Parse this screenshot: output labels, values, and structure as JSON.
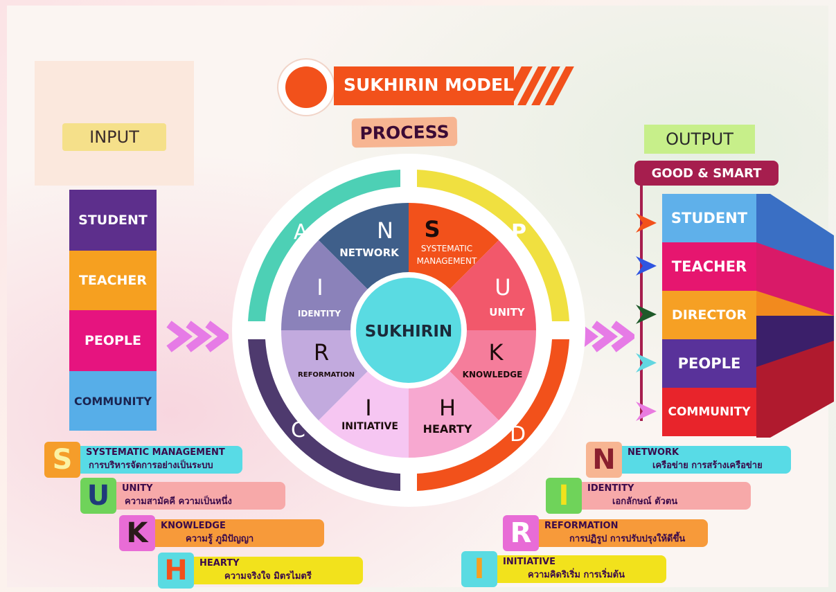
{
  "title": "SUKHIRIN MODEL",
  "process_label": "PROCESS",
  "input_label": "INPUT",
  "output_label": "OUTPUT",
  "output_sub": "GOOD & SMART",
  "center": "SUKHIRIN",
  "input_items": [
    "STUDENT",
    "TEACHER",
    "PEOPLE",
    "COMMUNITY"
  ],
  "output_items": [
    "STUDENT",
    "TEACHER",
    "DIRECTOR",
    "PEOPLE",
    "COMMUNITY"
  ],
  "outer_letters": {
    "a": "A",
    "p": "P",
    "c": "C",
    "d": "D"
  },
  "segments": {
    "n": {
      "letter": "N",
      "word": "NETWORK"
    },
    "s": {
      "letter": "S",
      "word": "SYSTEMATIC MANAGEMENT"
    },
    "u": {
      "letter": "U",
      "word": "UNITY"
    },
    "k": {
      "letter": "K",
      "word": "KNOWLEDGE"
    },
    "h": {
      "letter": "H",
      "word": "HEARTY"
    },
    "i2": {
      "letter": "I",
      "word": "INITIATIVE"
    },
    "r": {
      "letter": "R",
      "word": "REFORMATION"
    },
    "i1": {
      "letter": "I",
      "word": "IDENTITY"
    }
  },
  "legend_left": [
    {
      "letter": "S",
      "en": "SYSTEMATIC MANAGEMENT",
      "th": "การบริหารจัดการอย่างเป็นระบบ"
    },
    {
      "letter": "U",
      "en": "UNITY",
      "th": "ความสามัคคี ความเป็นหนึ่ง"
    },
    {
      "letter": "K",
      "en": "KNOWLEDGE",
      "th": "ความรู้ ภูมิปัญญา"
    },
    {
      "letter": "H",
      "en": "HEARTY",
      "th": "ความจริงใจ มิตรไมตรี"
    }
  ],
  "legend_right": [
    {
      "letter": "N",
      "en": "NETWORK",
      "th": "เครือข่าย การสร้างเครือข่าย"
    },
    {
      "letter": "I",
      "en": "IDENTITY",
      "th": "เอกลักษณ์ ตัวตน"
    },
    {
      "letter": "R",
      "en": "REFORMATION",
      "th": "การปฏิรูป การปรับปรุงให้ดีขึ้น"
    },
    {
      "letter": "I",
      "en": "INITIATIVE",
      "th": "ความคิดริเริ่ม การเริ่มต้น"
    }
  ],
  "colors": {
    "teal": "#4dd0b5",
    "yellow": "#f0e040",
    "purple": "#4e3a6e",
    "orange": "#f25a1e",
    "network": "#3f5f8a",
    "systematic": "#f2511b",
    "unity": "#f2586b",
    "knowledge": "#f57d9b",
    "hearty": "#f7a8d0",
    "initiative": "#f6c6f2",
    "reformation": "#c2aade",
    "identity": "#8b82ba",
    "center": "#5adbe2"
  }
}
